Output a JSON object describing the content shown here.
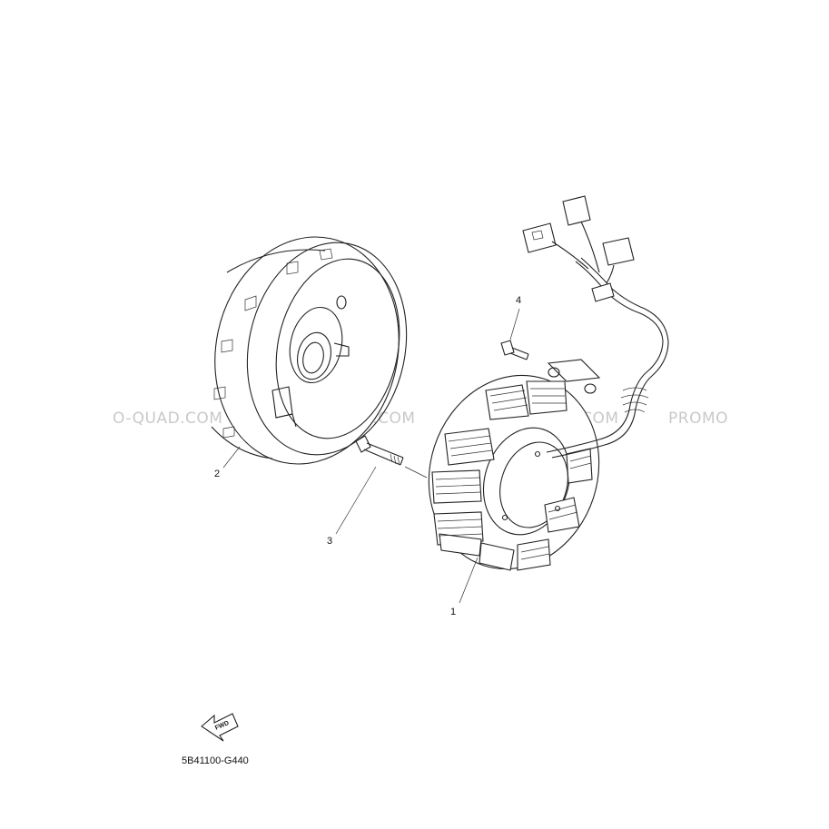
{
  "diagram": {
    "watermark": "PROMO-QUAD.COM",
    "watermark_fragments": [
      "O-QUAD.COM",
      "PROMO-QUAD.COM",
      "PROMO-QUAD.COM",
      "PROMO"
    ],
    "callouts": [
      {
        "id": "1",
        "label": "1",
        "part": "stator"
      },
      {
        "id": "2",
        "label": "2",
        "part": "rotor"
      },
      {
        "id": "3",
        "label": "3",
        "part": "bolt"
      },
      {
        "id": "4",
        "label": "4",
        "part": "screw"
      }
    ],
    "fwd_label": "FWD",
    "part_code": "5B41100-G440"
  }
}
